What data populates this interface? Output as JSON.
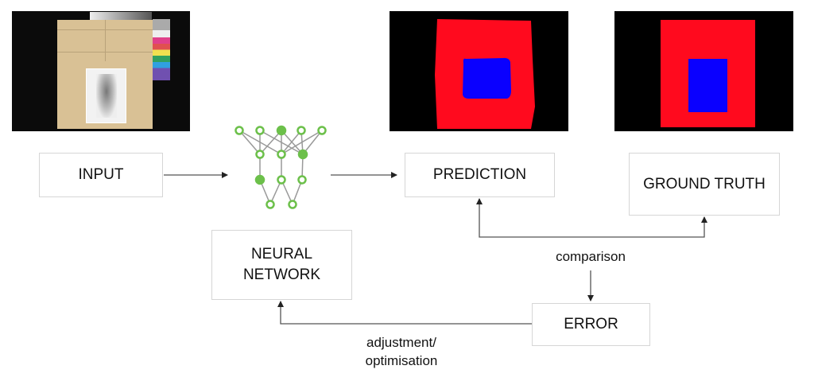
{
  "boxes": {
    "input": "INPUT",
    "prediction": "PREDICTION",
    "ground_truth": "GROUND TRUTH",
    "neural_network_line1": "NEURAL",
    "neural_network_line2": "NETWORK",
    "error": "ERROR"
  },
  "labels": {
    "comparison": "comparison",
    "adjustment_line1": "adjustment/",
    "adjustment_line2": "optimisation"
  },
  "colors": {
    "mask_outer": "#ff0a1e",
    "mask_inner": "#0a00ff",
    "network_green": "#6cc04a",
    "arrow": "#444444"
  }
}
